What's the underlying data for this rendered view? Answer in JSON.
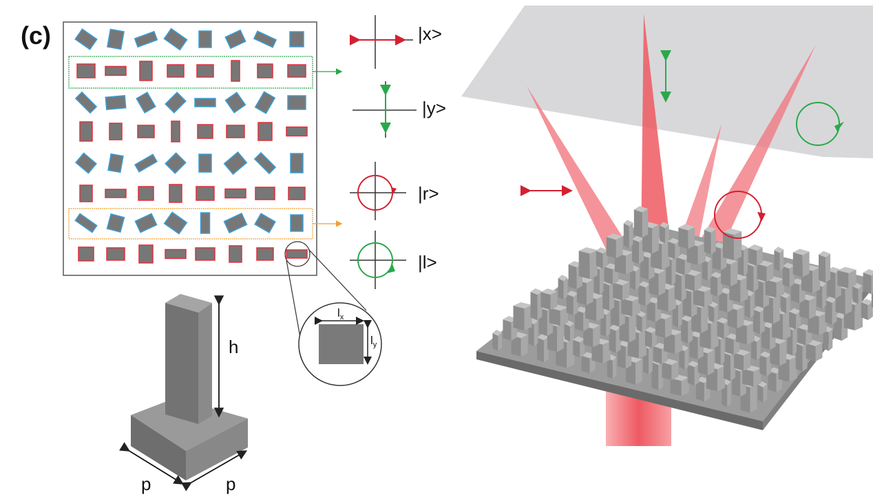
{
  "panel_label": "(c)",
  "states": [
    {
      "label": "|x>",
      "kind": "linear-horizontal",
      "color": "#e0202a"
    },
    {
      "label": "|y>",
      "kind": "linear-vertical",
      "color": "#2aa84a"
    },
    {
      "label": "|r>",
      "kind": "circular-right",
      "color": "#d42030"
    },
    {
      "label": "|l>",
      "kind": "circular-left",
      "color": "#2aa84a"
    }
  ],
  "pillar": {
    "height_label": "h",
    "period_label_1": "p",
    "period_label_2": "p"
  },
  "inset": {
    "lx_label": "l",
    "lx_sub": "x",
    "ly_label": "l",
    "ly_sub": "y"
  },
  "colors": {
    "rotated_outline": "#3aa0d8",
    "rect_outline": "#e0303c",
    "pillar": "#7a7a7a",
    "beam": "#f06a70",
    "plane": "#d6d6d8",
    "green": "#2aa84a",
    "orange": "#f0a030"
  }
}
